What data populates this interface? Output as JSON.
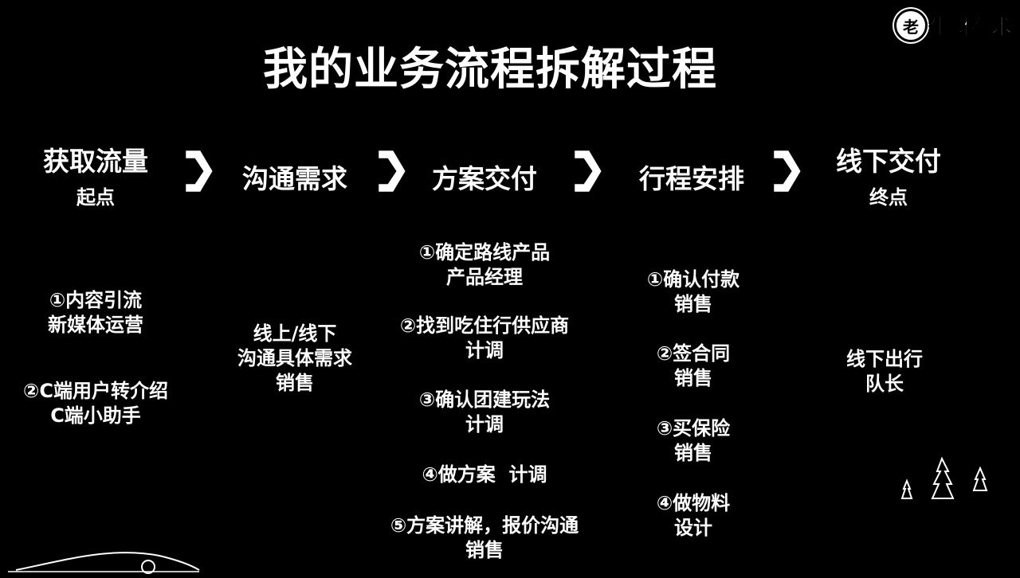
{
  "title": "我的业务流程拆解过程",
  "logo": {
    "badge": "老",
    "text": "生财有术"
  },
  "stages": [
    {
      "title": "获取流量",
      "sub": "起点"
    },
    {
      "title": "沟通需求",
      "sub": ""
    },
    {
      "title": "方案交付",
      "sub": ""
    },
    {
      "title": "行程安排",
      "sub": ""
    },
    {
      "title": "线下交付",
      "sub": "终点"
    }
  ],
  "columns": {
    "traffic": [
      {
        "line1": "①内容引流",
        "line2": "新媒体运营"
      },
      {
        "line1": "②C端用户转介绍",
        "line2": "C端小助手"
      }
    ],
    "communicate": [
      {
        "line1": "线上/线下",
        "line2": "沟通具体需求",
        "line3": "销售"
      }
    ],
    "solution": [
      {
        "line1": "①确定路线产品",
        "line2": "产品经理"
      },
      {
        "line1": "②找到吃住行供应商",
        "line2": "计调"
      },
      {
        "line1": "③确认团建玩法",
        "line2": "计调"
      },
      {
        "line1": "④做方案  计调"
      },
      {
        "line1": "⑤方案讲解，报价沟通",
        "line2": "销售"
      }
    ],
    "schedule": [
      {
        "line1": "①确认付款",
        "line2": "销售"
      },
      {
        "line1": "②签合同",
        "line2": "销售"
      },
      {
        "line1": "③买保险",
        "line2": "销售"
      },
      {
        "line1": "④做物料",
        "line2": "设计"
      }
    ],
    "offline": [
      {
        "line1": "线下出行",
        "line2": "队长"
      }
    ]
  }
}
